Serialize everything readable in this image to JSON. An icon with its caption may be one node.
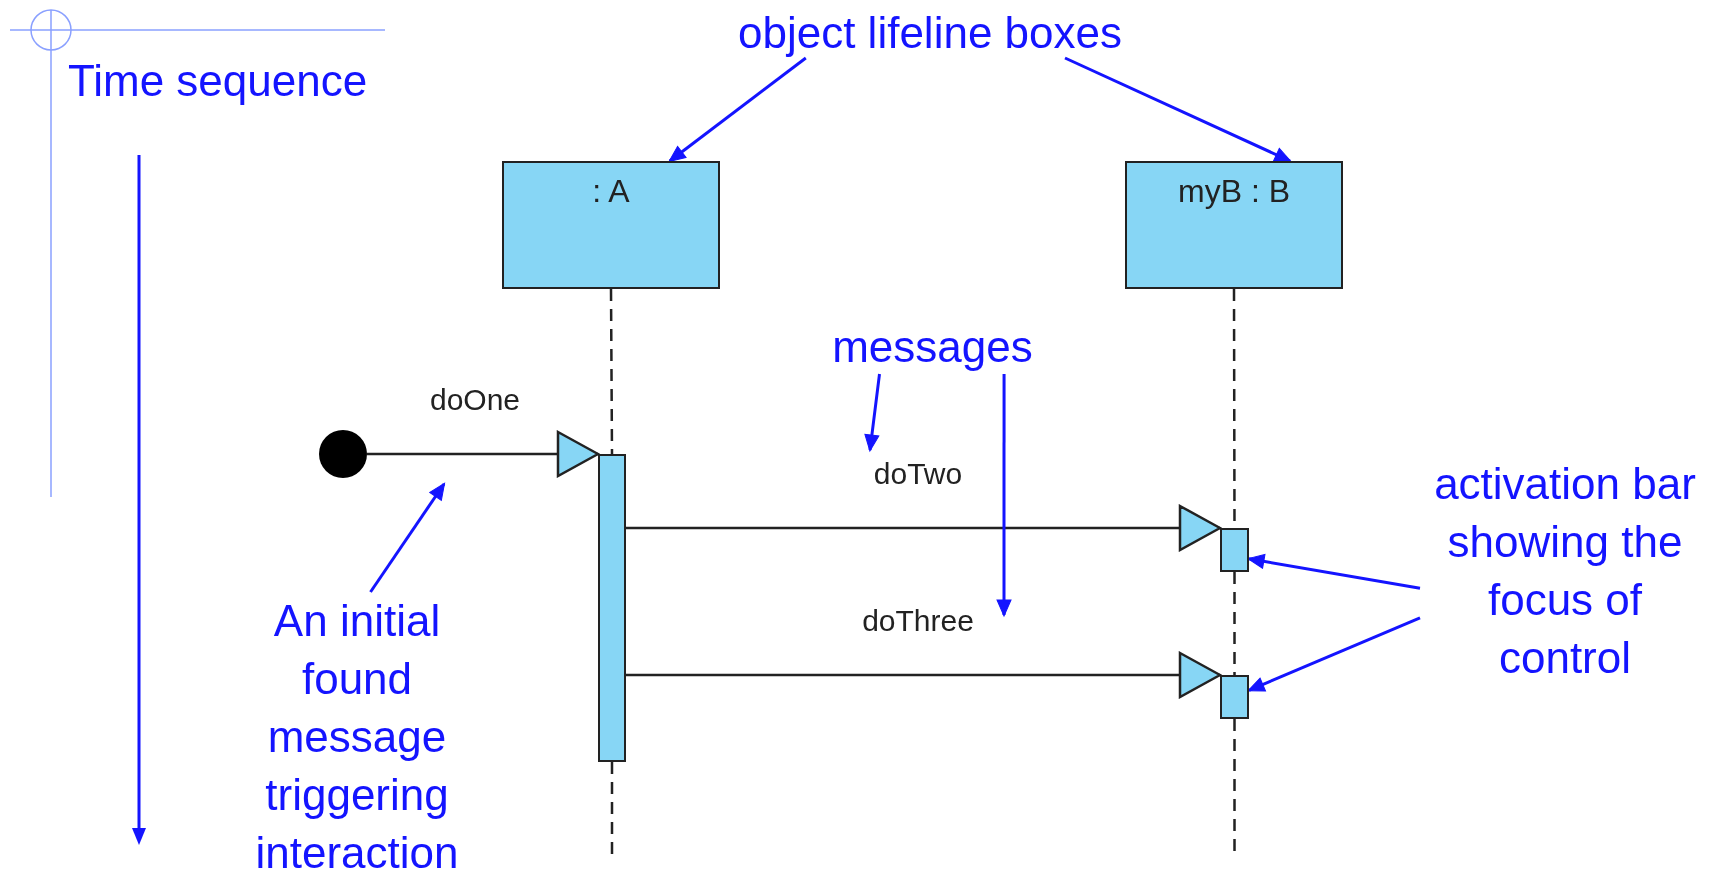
{
  "diagram": {
    "nodes": [
      {
        "text": [
          ": A"
        ]
      },
      {
        "text": [
          "myB : B"
        ]
      },
      {
        "text": [],
        "shape": "circle"
      },
      {
        "text": [],
        "shape": "bar"
      },
      {
        "text": [],
        "shape": "bar"
      },
      {
        "text": [],
        "shape": "bar"
      },
      {
        "text": [
          "object lifeline boxes"
        ]
      },
      {
        "text": [
          "messages"
        ]
      },
      {
        "text": [
          "activation bar showing the focus of control"
        ]
      },
      {
        "text": [
          "An initial found message triggering interaction"
        ]
      }
    ],
    "edges": [
      {
        "from": 2,
        "to": 3,
        "arrow": "to",
        "label": "doOne"
      },
      {
        "from": 3,
        "to": 4,
        "arrow": "to",
        "label": "doTwo"
      },
      {
        "from": 3,
        "to": 5,
        "arrow": "to",
        "label": "doThree"
      },
      {
        "from": 0,
        "to": 3,
        "arrow": "none",
        "style": "dashed"
      },
      {
        "from": 1,
        "to": 4,
        "arrow": "none",
        "style": "dashed"
      },
      {
        "from": 4,
        "to": 5,
        "arrow": "none",
        "style": "dashed"
      },
      {
        "from": 3,
        "to": null,
        "arrow": "none",
        "style": "dashed"
      },
      {
        "from": 5,
        "to": null,
        "arrow": "none",
        "style": "dashed"
      },
      {
        "from": 6,
        "to": 0,
        "arrow": "to",
        "color": "#1414ff"
      },
      {
        "from": 6,
        "to": 1,
        "arrow": "to",
        "color": "#1414ff"
      },
      {
        "from": 7,
        "to": null,
        "arrow": "to",
        "color": "#1414ff"
      },
      {
        "from": 7,
        "to": null,
        "arrow": "to",
        "color": "#1414ff"
      },
      {
        "from": 8,
        "to": 4,
        "arrow": "to",
        "color": "#1414ff"
      },
      {
        "from": 8,
        "to": 5,
        "arrow": "to",
        "color": "#1414ff"
      },
      {
        "from": 9,
        "to": null,
        "arrow": "to",
        "color": "#1414ff"
      }
    ],
    "labels": [
      "Time sequence"
    ]
  }
}
